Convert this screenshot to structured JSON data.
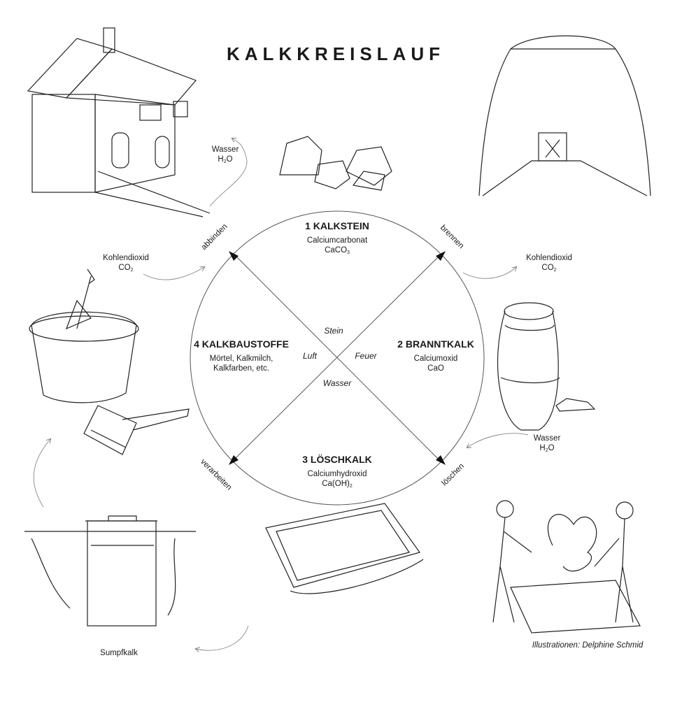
{
  "title": "KALKKREISLAUF",
  "stages": [
    {
      "label": "1 KALKSTEIN",
      "line1": "Calciumcarbonat",
      "formula": "CaCO",
      "sub": "3"
    },
    {
      "label": "2 BRANNTKALK",
      "line1": "Calciumoxid",
      "formula": "CaO",
      "sub": ""
    },
    {
      "label": "3 LÖSCHKALK",
      "line1": "Calciumhydroxid",
      "formula": "Ca(OH)",
      "sub": "2"
    },
    {
      "label": "4 KALKBAUSTOFFE",
      "line1": "Mörtel, Kalkmilch,",
      "line2": "Kalkfarben, etc."
    }
  ],
  "elements": {
    "top": "Stein",
    "right": "Feuer",
    "bottom": "Wasser",
    "left": "Luft"
  },
  "processes": {
    "ne": "brennen",
    "se": "löschen",
    "sw": "verarbeiten",
    "nw": "abbinden"
  },
  "inputs": {
    "water_top": {
      "name": "Wasser",
      "formula": "H",
      "sub": "2",
      "tail": "O"
    },
    "co2_left": {
      "name": "Kohlendioxid",
      "formula": "CO",
      "sub": "2"
    },
    "co2_right": {
      "name": "Kohlendioxid",
      "formula": "CO",
      "sub": "2"
    },
    "water_right": {
      "name": "Wasser",
      "formula": "H",
      "sub": "2",
      "tail": "O"
    }
  },
  "sumpfkalk": "Sumpfkalk",
  "credit": "Illustrationen: Delphine Schmid"
}
